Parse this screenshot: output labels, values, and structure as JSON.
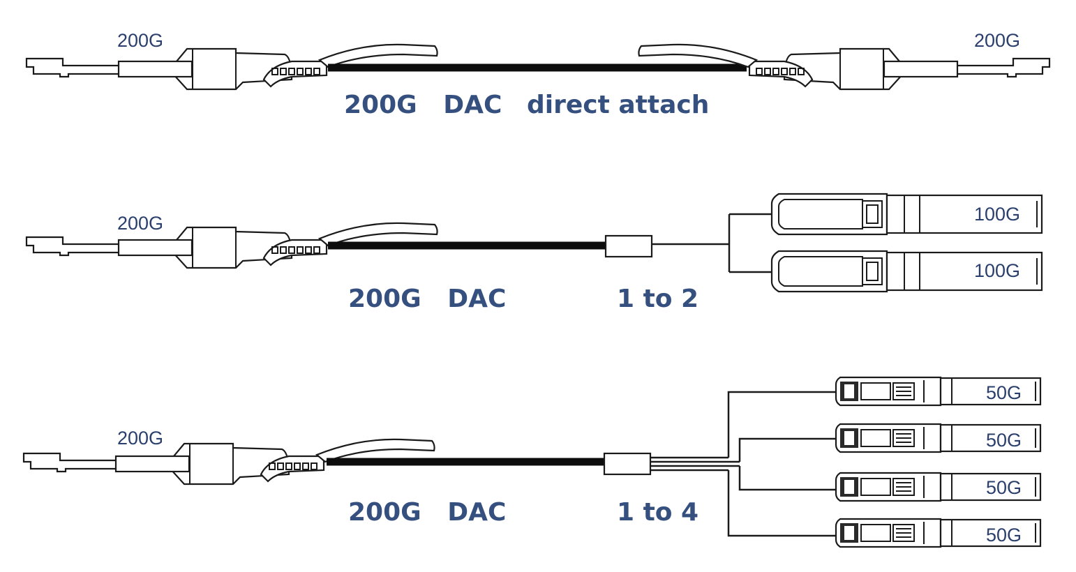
{
  "colors": {
    "label": "#35507f",
    "port_label": "#2b3f6e",
    "line": "#1a1a1a"
  },
  "rows": [
    {
      "left_port": "200G",
      "right_port": "200G",
      "cable_label": "200G   DAC",
      "config_label": "direct attach"
    },
    {
      "left_port": "200G",
      "cable_label": "200G   DAC",
      "config_label": "1 to 2",
      "ends": [
        "100G",
        "100G"
      ]
    },
    {
      "left_port": "200G",
      "cable_label": "200G   DAC",
      "config_label": "1 to 4",
      "ends": [
        "50G",
        "50G",
        "50G",
        "50G"
      ]
    }
  ]
}
